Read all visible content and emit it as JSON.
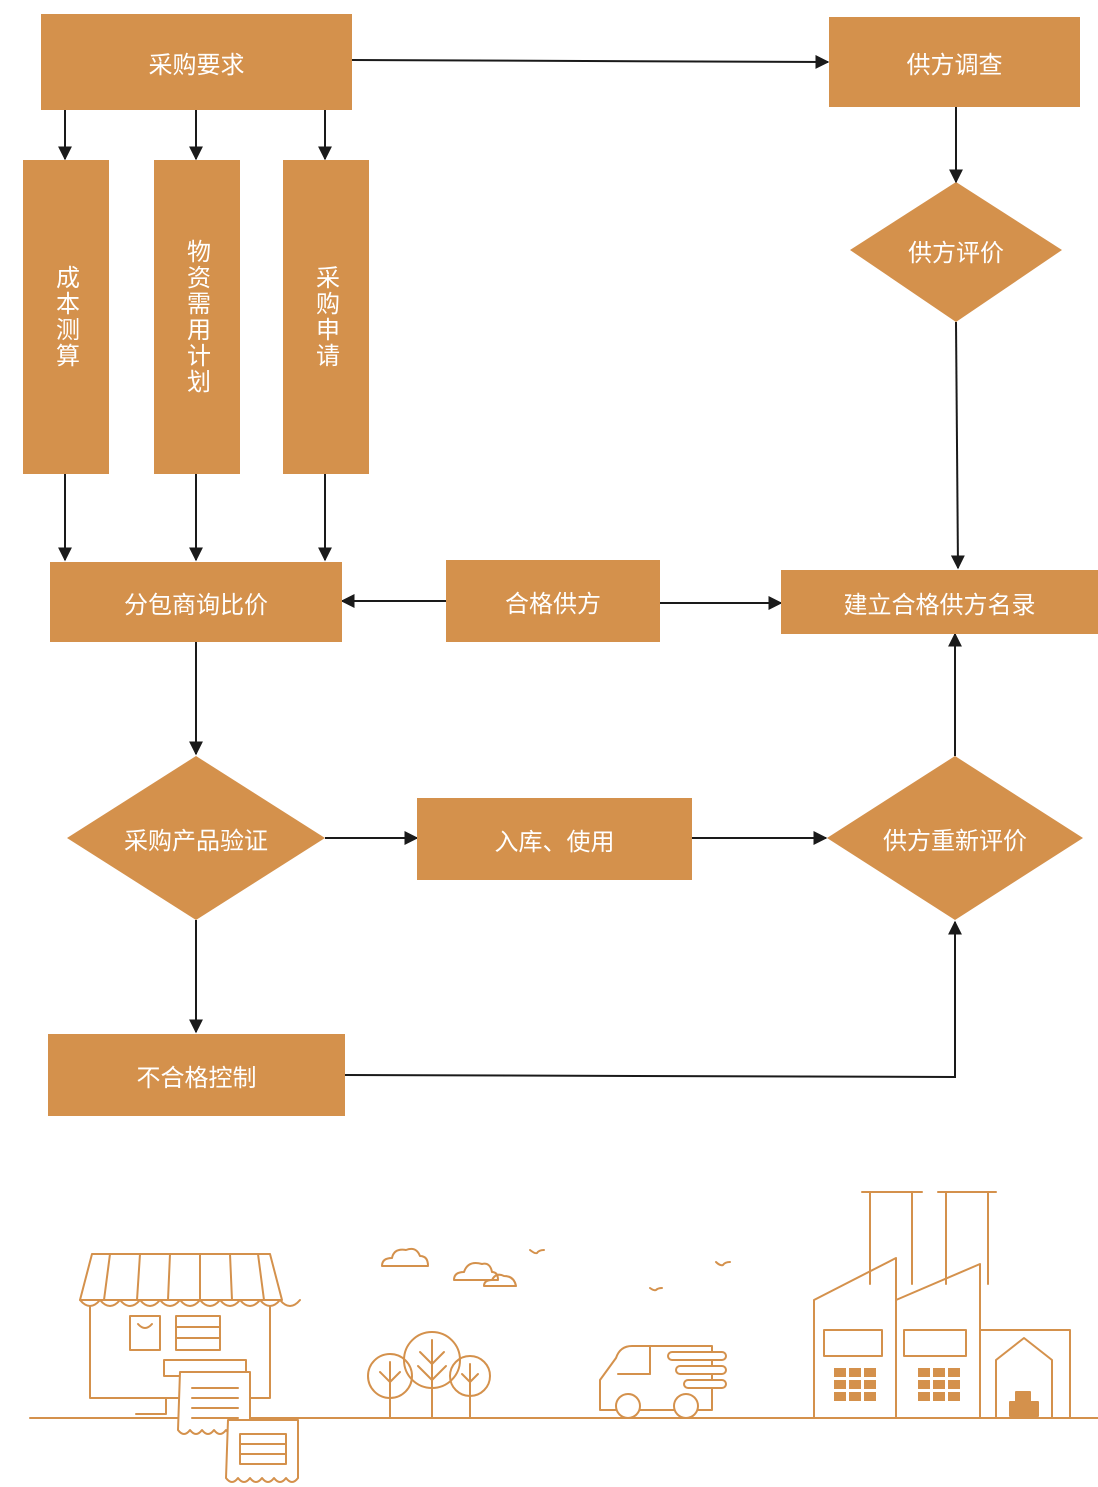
{
  "diagram": {
    "colors": {
      "box_fill": "#D4914C",
      "box_text": "#ffffff",
      "arrow": "#1a1a1a",
      "illustration": "#D4914C"
    },
    "nodes": {
      "purchase_requirement": "采购要求",
      "supplier_survey": "供方调查",
      "cost_estimate": "成本测算",
      "material_plan": "物资需用计划",
      "purchase_application": "采购申请",
      "supplier_evaluation": "供方评价",
      "subcontractor_price_comparison": "分包商询比价",
      "qualified_supplier": "合格供方",
      "qualified_supplier_list": "建立合格供方名录",
      "product_verification": "采购产品验证",
      "warehousing_use": "入库、使用",
      "supplier_reevaluation": "供方重新评价",
      "nonconformity_control": "不合格控制"
    },
    "illustration_icons": [
      "shop-icon",
      "receipt-icon",
      "cloud-icon",
      "bird-icon",
      "tree-icon",
      "delivery-van-icon",
      "factory-icon"
    ]
  }
}
